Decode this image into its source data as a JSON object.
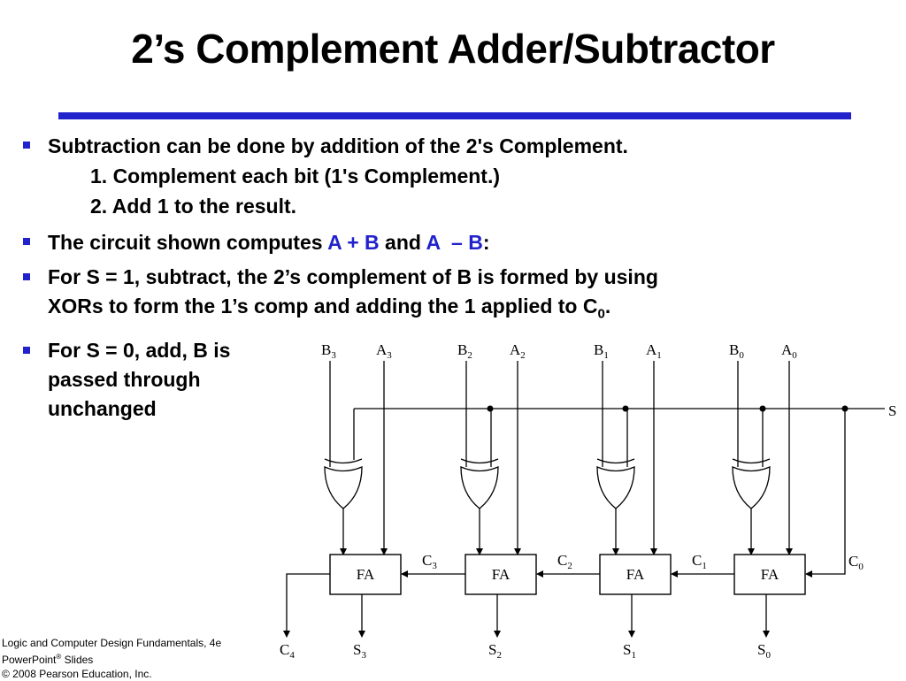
{
  "title": "2’s Complement Adder/Subtractor",
  "bullets": {
    "b1": "Subtraction can be done by addition of the 2's Complement.",
    "b1_step1": "1. Complement each bit (1's Complement.)",
    "b1_step2": "2. Add 1 to the result.",
    "b2_pre": "The circuit shown computes ",
    "b2_expr1": "A + B",
    "b2_mid": " and ",
    "b2_expr2": "A  – B",
    "b2_post": ":",
    "b3_line1": "For S = 1, subtract, the 2’s complement of B is formed by using",
    "b3_line2_pre": "XORs to form the 1’s comp and adding the 1 applied to C",
    "b3_line2_sub": "0",
    "b3_line2_post": ".",
    "b4_line1": "For S = 0, add, B is",
    "b4_line2": "passed through",
    "b4_line3": "unchanged"
  },
  "circuit": {
    "select_label": "S",
    "fa_label": "FA",
    "stages": [
      {
        "b": "B",
        "a": "A",
        "idx": "3",
        "sum_idx": "3"
      },
      {
        "b": "B",
        "a": "A",
        "idx": "2",
        "sum_idx": "2"
      },
      {
        "b": "B",
        "a": "A",
        "idx": "1",
        "sum_idx": "1"
      },
      {
        "b": "B",
        "a": "A",
        "idx": "0",
        "sum_idx": "0"
      }
    ],
    "sum_letter": "S",
    "carry_letter": "C",
    "carries": [
      "4",
      "3",
      "2",
      "1",
      "0"
    ]
  },
  "footer": {
    "line1": "Logic and Computer Design Fundamentals, 4e",
    "line2_pre": "PowerPoint",
    "line2_sup": "®",
    "line2_post": " Slides",
    "line3": "© 2008 Pearson Education, Inc."
  },
  "colors": {
    "accent": "#2222cc",
    "text": "#000000"
  }
}
